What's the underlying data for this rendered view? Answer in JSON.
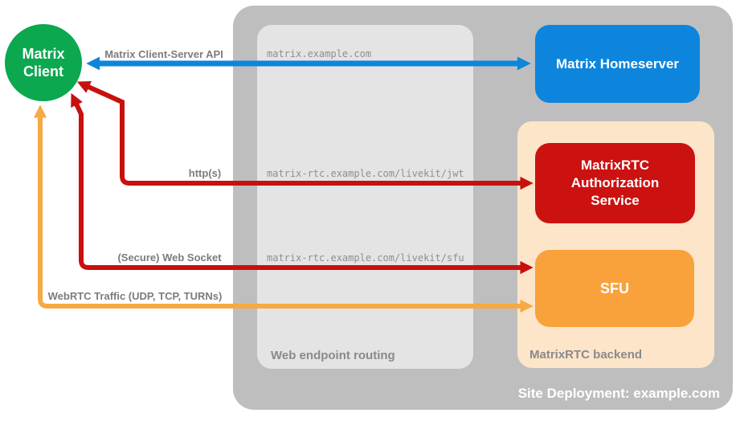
{
  "client_node": {
    "label": "Matrix\nClient",
    "color": "#0ba850"
  },
  "nodes": {
    "homeserver": {
      "label": "Matrix Homeserver",
      "color": "#0d85dc"
    },
    "auth": {
      "label": "MatrixRTC\nAuthorization\nService",
      "color": "#cc1111"
    },
    "sfu": {
      "label": "SFU",
      "color": "#f9a23b"
    }
  },
  "containers": {
    "site": {
      "label": "Site Deployment: example.com",
      "bg": "#bebebe"
    },
    "routing": {
      "label": "Web endpoint routing",
      "bg": "#e4e4e4"
    },
    "backend": {
      "label": "MatrixRTC backend",
      "bg": "#fce5c9"
    }
  },
  "endpoints": [
    "matrix.example.com",
    "matrix-rtc.example.com/livekit/jwt",
    "matrix-rtc.example.com/livekit/sfu"
  ],
  "connections": [
    {
      "label": "Matrix Client-Server API",
      "from": "Matrix Client",
      "to": "Matrix Homeserver",
      "bidirectional": true,
      "color": "#0d85dc"
    },
    {
      "label": "http(s)",
      "from": "Matrix Client",
      "to": "MatrixRTC Authorization Service",
      "bidirectional": true,
      "color": "#c8100e"
    },
    {
      "label": "(Secure) Web Socket",
      "from": "Matrix Client",
      "to": "SFU",
      "bidirectional": true,
      "color": "#c8100e"
    },
    {
      "label": "WebRTC Traffic (UDP, TCP, TURNs)",
      "from": "Matrix Client",
      "to": "SFU",
      "bidirectional": true,
      "color": "#f7a943"
    }
  ]
}
